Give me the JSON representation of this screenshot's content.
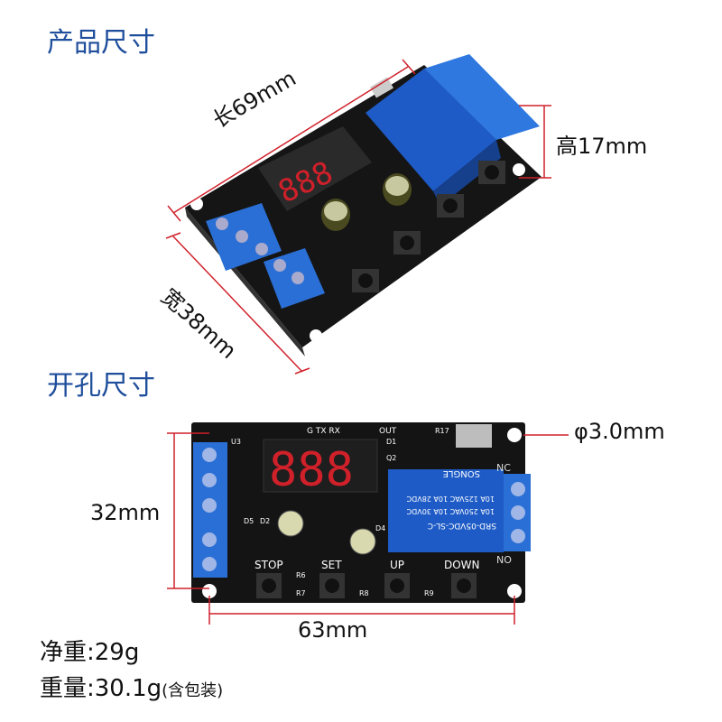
{
  "headings": {
    "product_size": "产品尺寸",
    "hole_size": "开孔尺寸"
  },
  "dimensions": {
    "length": "长69mm",
    "width": "宽38mm",
    "height": "高17mm",
    "hole_diameter": "φ3.0mm",
    "hole_span_vertical": "32mm",
    "hole_span_horizontal": "63mm"
  },
  "weights": {
    "net_weight": "净重:29g",
    "gross_weight_main": "重量:30.1g",
    "gross_weight_note": "(含包装)"
  },
  "board_labels": {
    "display_digits": "8.8.8",
    "relay_text": "SRD-05VDC-SL-C",
    "relay_specs": [
      "10A 250VAC 10A 30VDC",
      "10A 125VAC 10A 28VDC"
    ],
    "relay_brand": "SONGLE",
    "nc": "NC",
    "no": "NO",
    "buttons": [
      "STOP",
      "SET",
      "UP",
      "DOWN"
    ],
    "header_pins": "G TX RX",
    "out": "OUT",
    "refs": [
      "U3",
      "D1",
      "Q2",
      "R17",
      "D4",
      "D5",
      "D2",
      "R6",
      "R7",
      "R8",
      "R9"
    ]
  },
  "colors": {
    "heading": "#1f4e9c",
    "pcb": "#1a1a1a",
    "terminal": "#2a6fd6",
    "relay": "#1e5bc6",
    "display": "#d0202a",
    "dim_line": "#d0202a"
  }
}
